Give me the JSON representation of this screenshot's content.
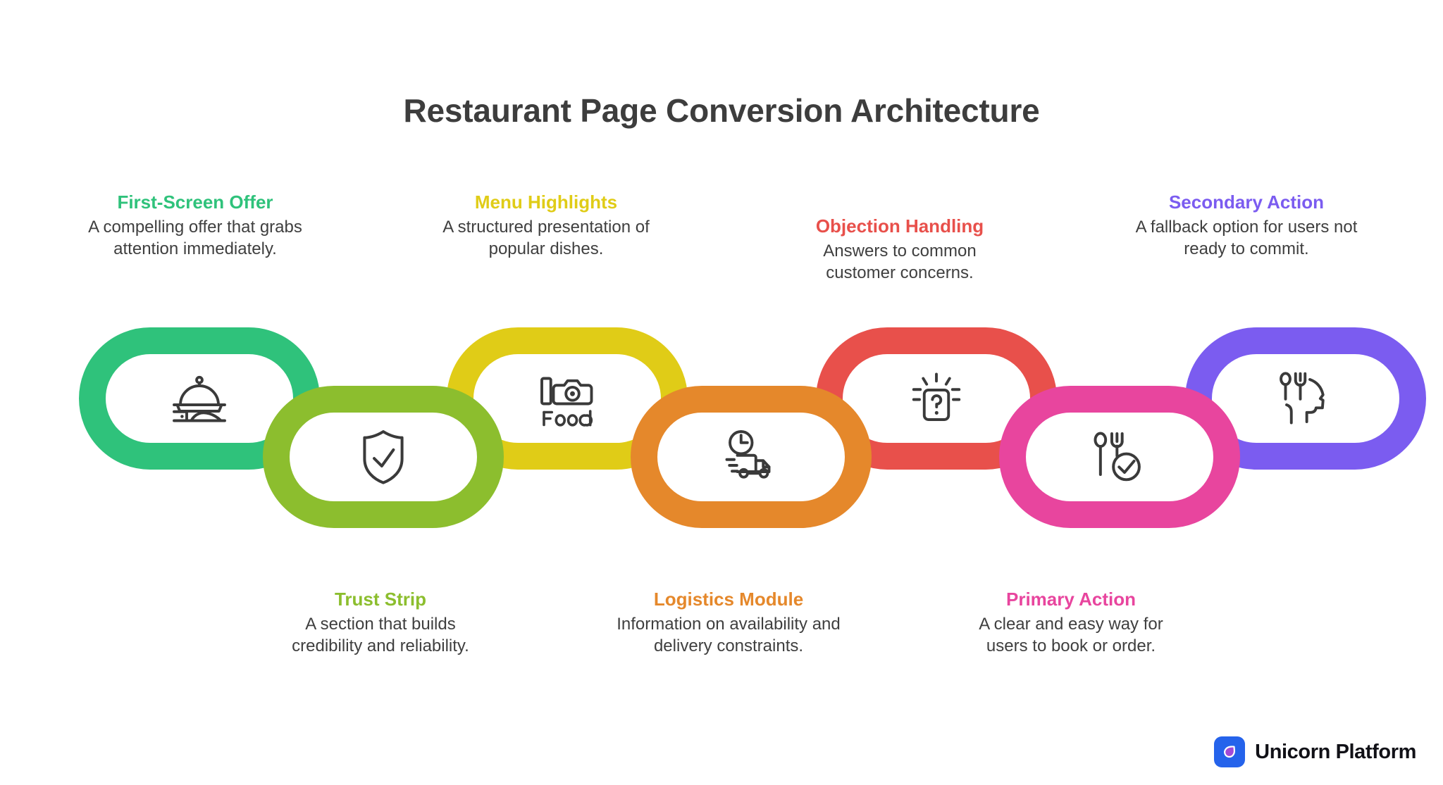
{
  "title": "Restaurant Page Conversion Architecture",
  "theme": {
    "title_color": "#3d3d3d",
    "body_text_color": "#3f3f3f",
    "background": "#ffffff"
  },
  "steps": [
    {
      "label": "First-Screen Offer",
      "description": "A compelling offer that grabs attention immediately.",
      "color": "#2FC27B",
      "icon": "cloche-serving-dome-icon",
      "position": "top"
    },
    {
      "label": "Trust Strip",
      "description": "A section that builds credibility and reliability.",
      "color": "#8CBE2E",
      "icon": "shield-check-icon",
      "position": "bottom"
    },
    {
      "label": "Menu Highlights",
      "description": "A structured presentation of popular dishes.",
      "color": "#E0CC17",
      "icon": "food-photo-camera-icon",
      "position": "top"
    },
    {
      "label": "Logistics Module",
      "description": "Information on availability and delivery constraints.",
      "color": "#E5882B",
      "icon": "delivery-truck-clock-icon",
      "position": "bottom"
    },
    {
      "label": "Objection Handling",
      "description": "Answers to common customer concerns.",
      "color": "#E8504B",
      "icon": "question-box-idea-icon",
      "position": "top"
    },
    {
      "label": "Primary Action",
      "description": "A clear and easy way for users to book or order.",
      "color": "#E8459E",
      "icon": "cutlery-check-icon",
      "position": "bottom"
    },
    {
      "label": "Secondary Action",
      "description": "A fallback option for users not ready to commit.",
      "color": "#7B5CF0",
      "icon": "cutlery-head-profile-icon",
      "position": "top"
    }
  ],
  "footer": {
    "brand": "Unicorn Platform",
    "logo_bg": "#2563EB",
    "logo_drop": "#A349D6",
    "logo_icon": "unicorn-platform-droplet-icon"
  }
}
